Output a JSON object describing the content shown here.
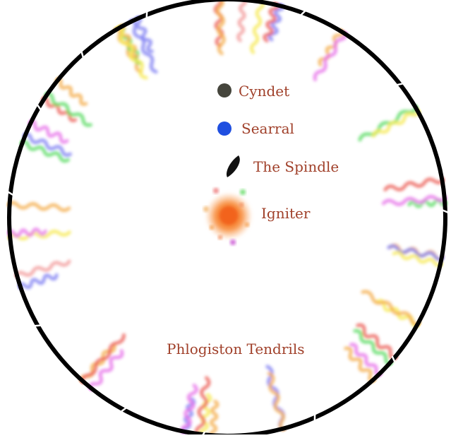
{
  "labels": {
    "cyndet": "Cyndet",
    "searral": "Searral",
    "spindle": "The Spindle",
    "igniter": "Igniter",
    "tendrils": "Phlogiston Tendrils"
  },
  "colors": {
    "rim": "#000000",
    "label": "#a0402a",
    "cyndet": "#45453c",
    "searral": "#1f4fe0",
    "spindle": "#111111",
    "igniter": "#f26a1a",
    "tendril_palette": [
      "#e8443c",
      "#f2a030",
      "#f5e63a",
      "#3fd64a",
      "#6a6af0",
      "#e45ae6",
      "#f08a8a"
    ]
  }
}
